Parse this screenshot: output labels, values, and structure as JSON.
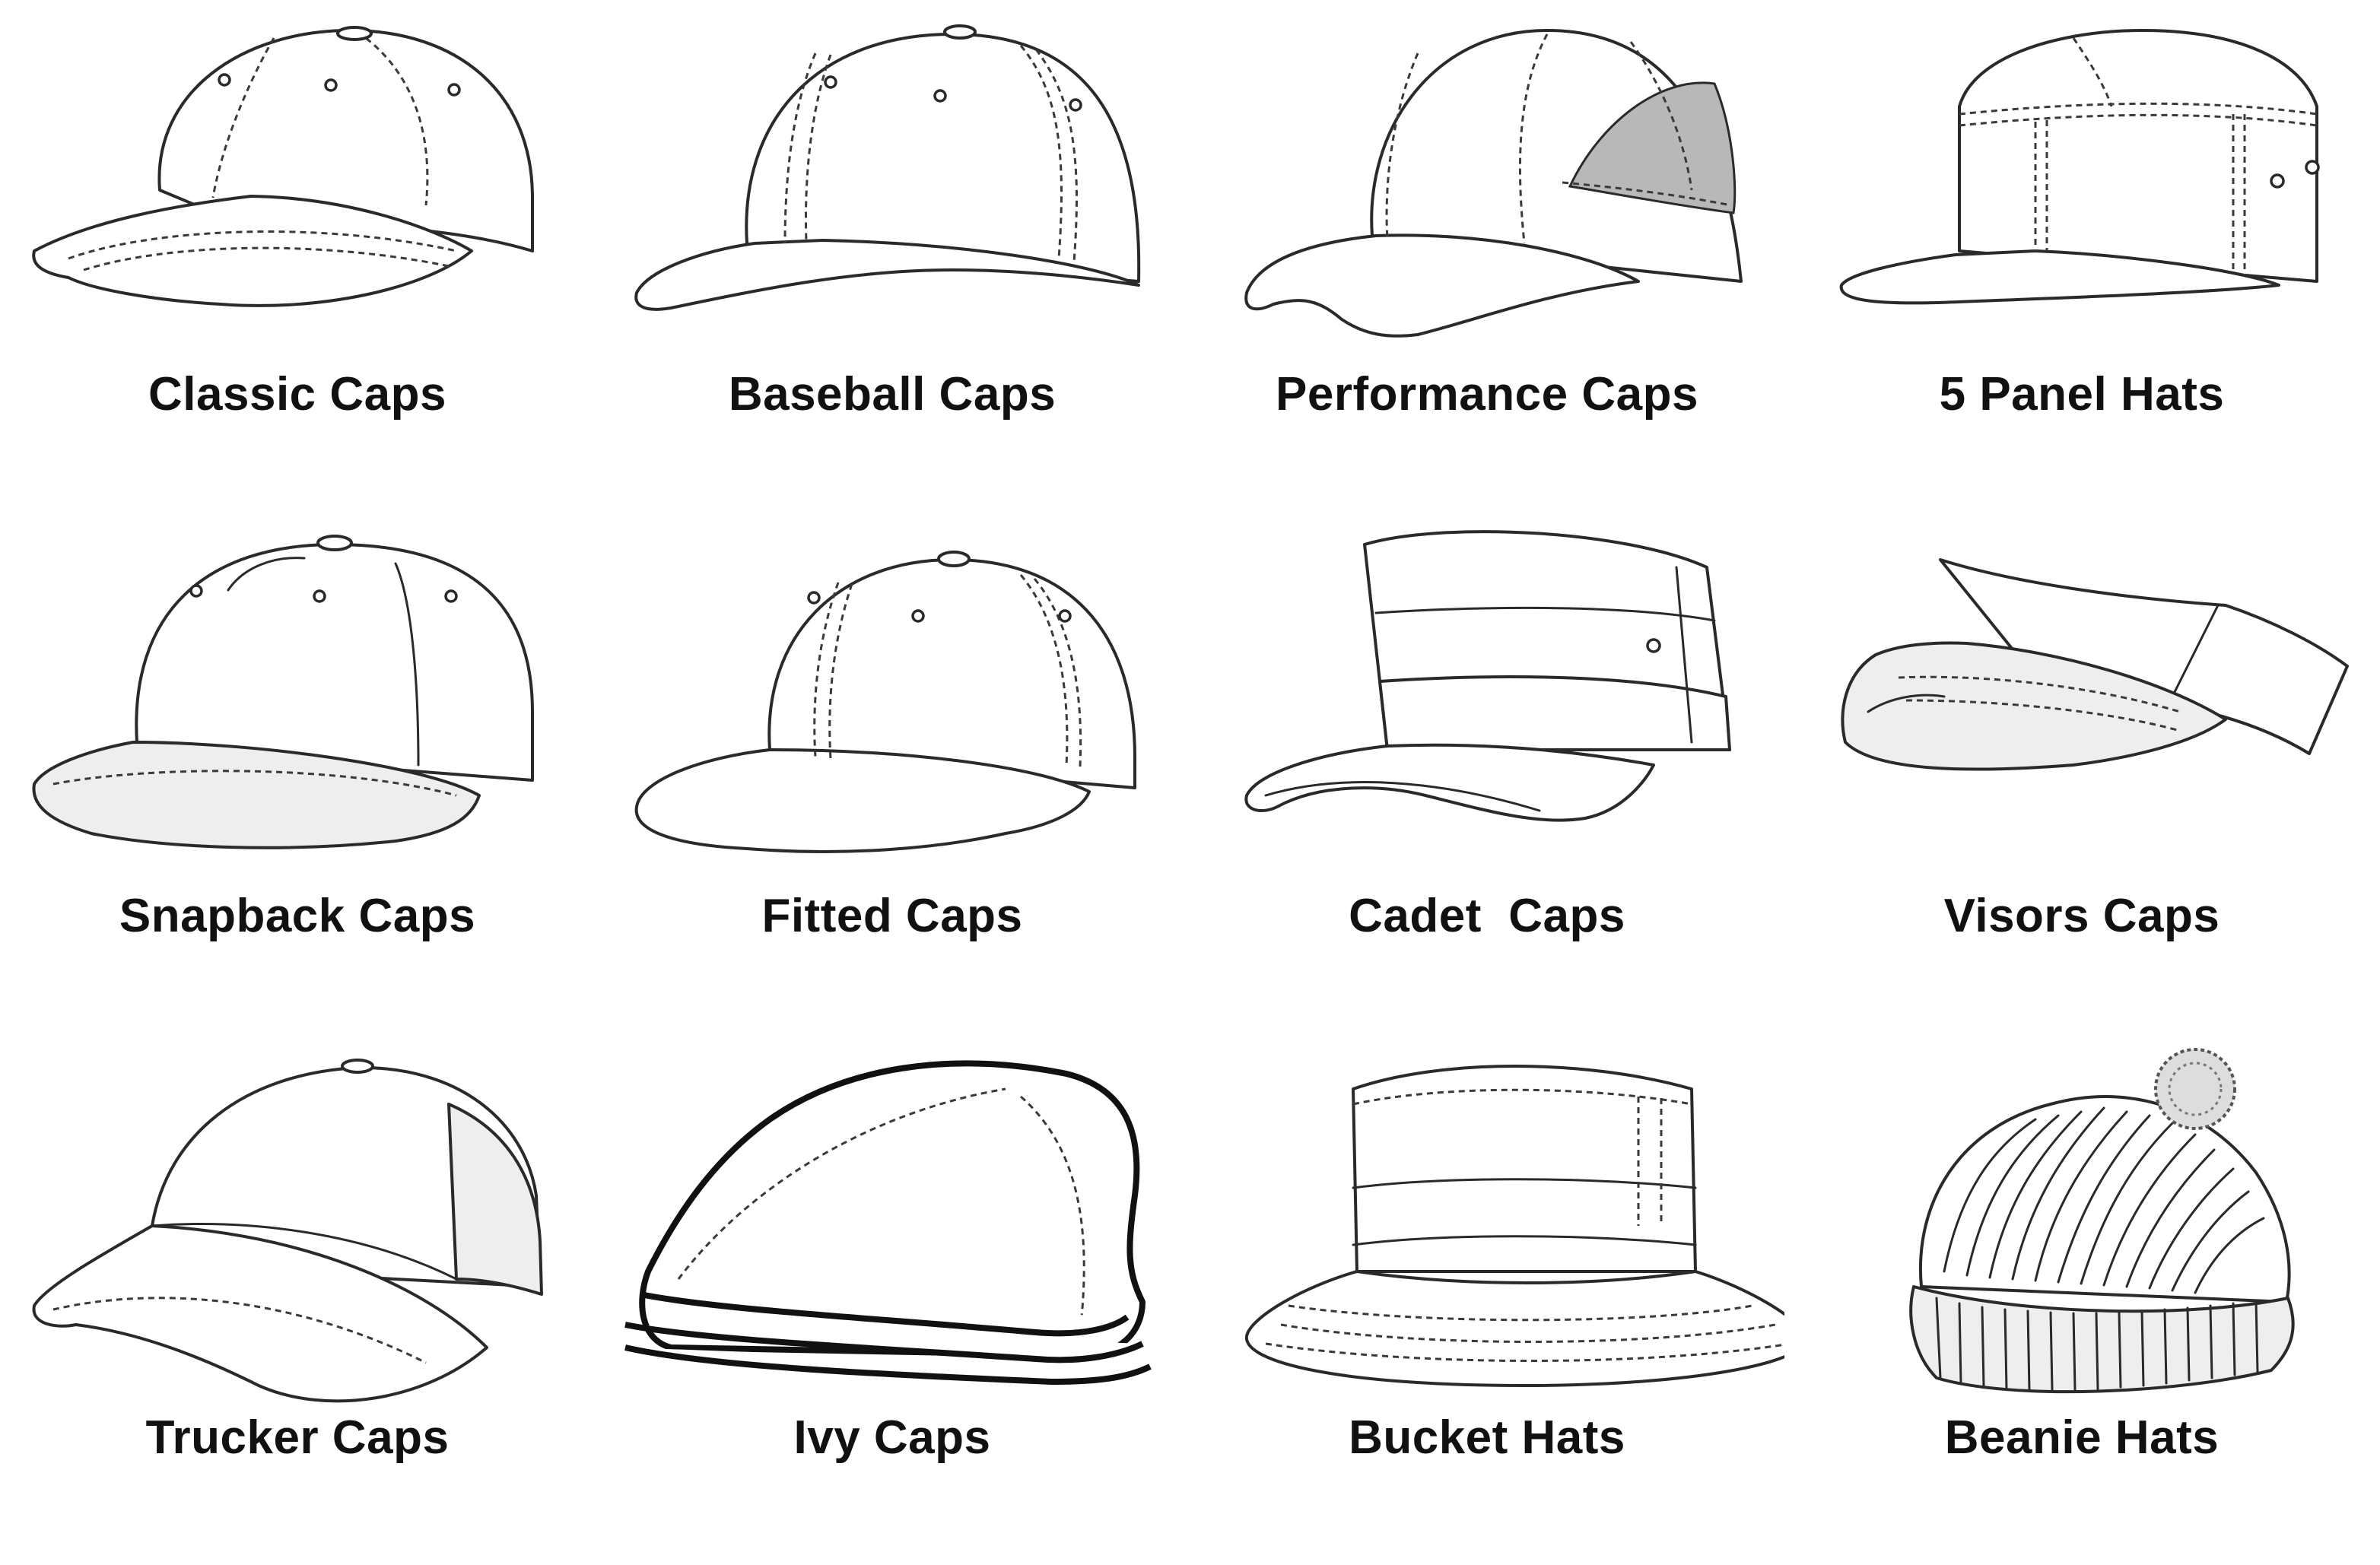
{
  "items": [
    {
      "label": "Classic Caps",
      "icon": "classic-cap-icon"
    },
    {
      "label": "Baseball Caps",
      "icon": "baseball-cap-icon"
    },
    {
      "label": "Performance Caps",
      "icon": "performance-cap-icon"
    },
    {
      "label": "5 Panel Hats",
      "icon": "five-panel-hat-icon"
    },
    {
      "label": "Snapback Caps",
      "icon": "snapback-cap-icon"
    },
    {
      "label": "Fitted Caps",
      "icon": "fitted-cap-icon"
    },
    {
      "label": "Cadet  Caps",
      "icon": "cadet-cap-icon"
    },
    {
      "label": "Visors Caps",
      "icon": "visor-cap-icon"
    },
    {
      "label": "Trucker Caps",
      "icon": "trucker-cap-icon"
    },
    {
      "label": "Ivy Caps",
      "icon": "ivy-cap-icon"
    },
    {
      "label": "Bucket Hats",
      "icon": "bucket-hat-icon"
    },
    {
      "label": "Beanie Hats",
      "icon": "beanie-hat-icon"
    }
  ]
}
